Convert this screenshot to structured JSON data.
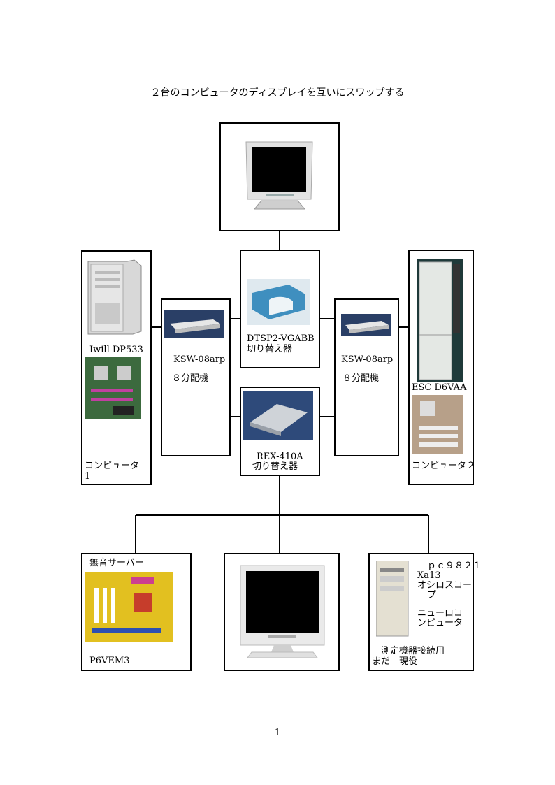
{
  "title": "２台のコンピュータのディスプレイを互いにスワップする",
  "nodes": {
    "computer1": {
      "model": "Iwill DP533",
      "label1": "コンピュータ",
      "label2": "1"
    },
    "ksw_left": {
      "model": "KSW-08arp",
      "desc": "８分配機"
    },
    "dtsp2": {
      "model": "DTSP2-VGABB",
      "desc": "切り替え器"
    },
    "ksw_right": {
      "model": "KSW-08arp",
      "desc": "８分配機"
    },
    "computer2": {
      "model": "ESC D6VAA",
      "label": "コンピュータ２"
    },
    "rex410a": {
      "model": "REX-410A",
      "desc": "切り替え器"
    },
    "silent_server": {
      "label": "無音サーバー",
      "board": "P6VEM3"
    },
    "pc9821": {
      "line1": "ｐｃ９８２１",
      "line2": "Xa13",
      "line3": "オシロスコー",
      "line4": "プ",
      "line5": "ニューロコ",
      "line6": "ンピュータ",
      "note1": "測定機器接続用",
      "note2": "まだ　現役"
    }
  },
  "page_number": "- 1 -"
}
